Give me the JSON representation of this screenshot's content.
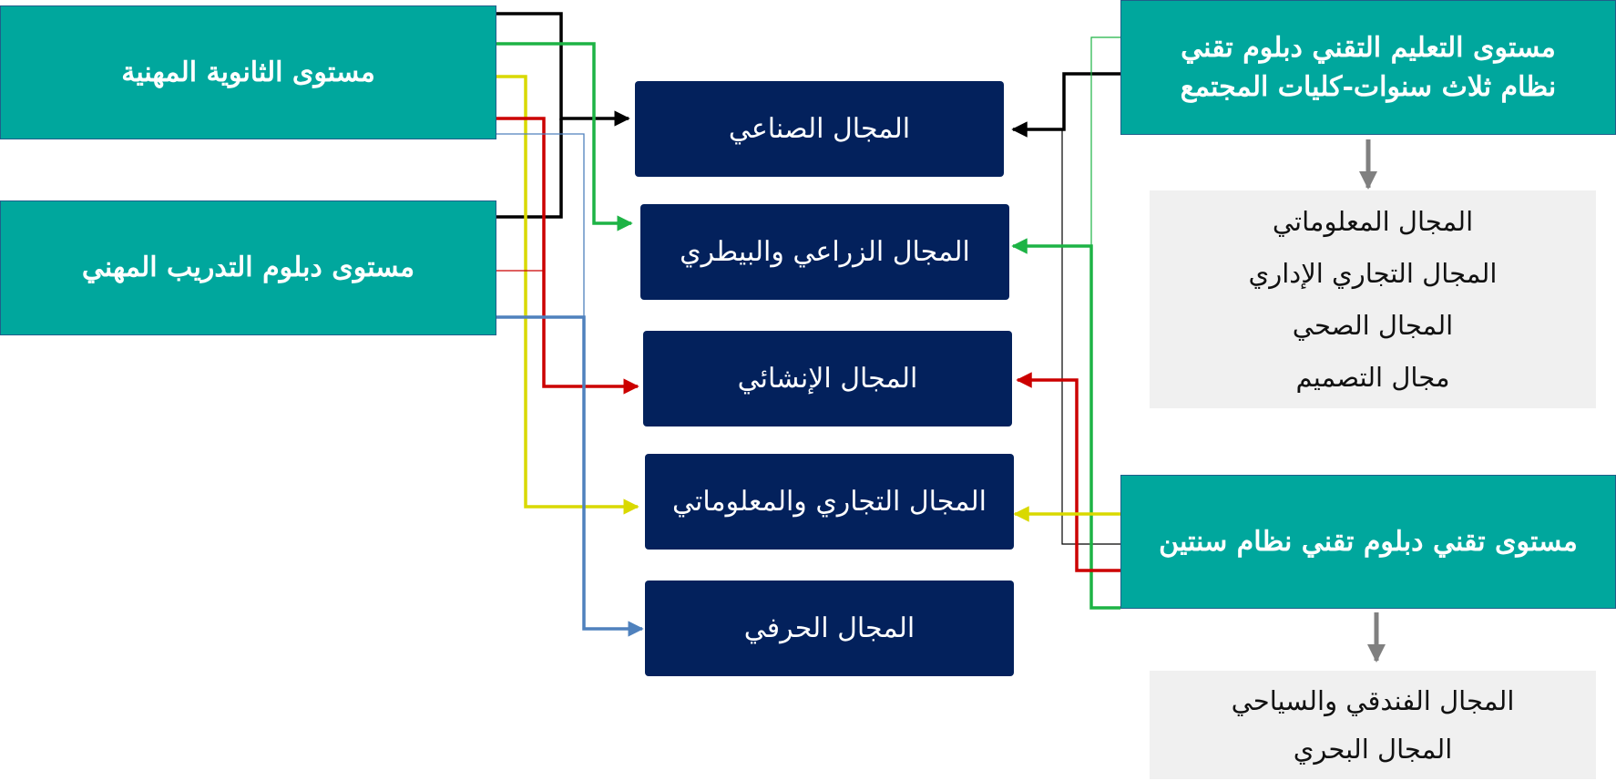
{
  "levels": {
    "secondary": "مستوى الثانوية المهنية",
    "vocational_diploma": "مستوى دبلوم التدريب المهني",
    "technical_three_year": [
      "مستوى التعليم التقني دبلوم تقني",
      "نظام ثلاث سنوات-كليات المجتمع"
    ],
    "technical_two_year": "مستوى تقني دبلوم تقني نظام سنتين"
  },
  "fields": {
    "industrial": "المجال الصناعي",
    "agricultural": "المجال الزراعي والبيطري",
    "construction": "المجال الإنشائي",
    "commercial_it": "المجال التجاري والمعلوماتي",
    "crafts": "المجال الحرفي"
  },
  "three_year_extra_fields": [
    "المجال المعلوماتي",
    "المجال التجاري الإداري",
    "المجال الصحي",
    "مجال التصميم"
  ],
  "two_year_extra_fields": [
    "المجال الفندقي والسياحي",
    "المجال البحري"
  ],
  "colors": {
    "teal": "#00a79d",
    "navy": "#03215c",
    "black": "#000000",
    "green": "#1db345",
    "yellow": "#d9d900",
    "red": "#cc0000",
    "blue": "#4f81bd",
    "gray_arrow": "#808080"
  }
}
